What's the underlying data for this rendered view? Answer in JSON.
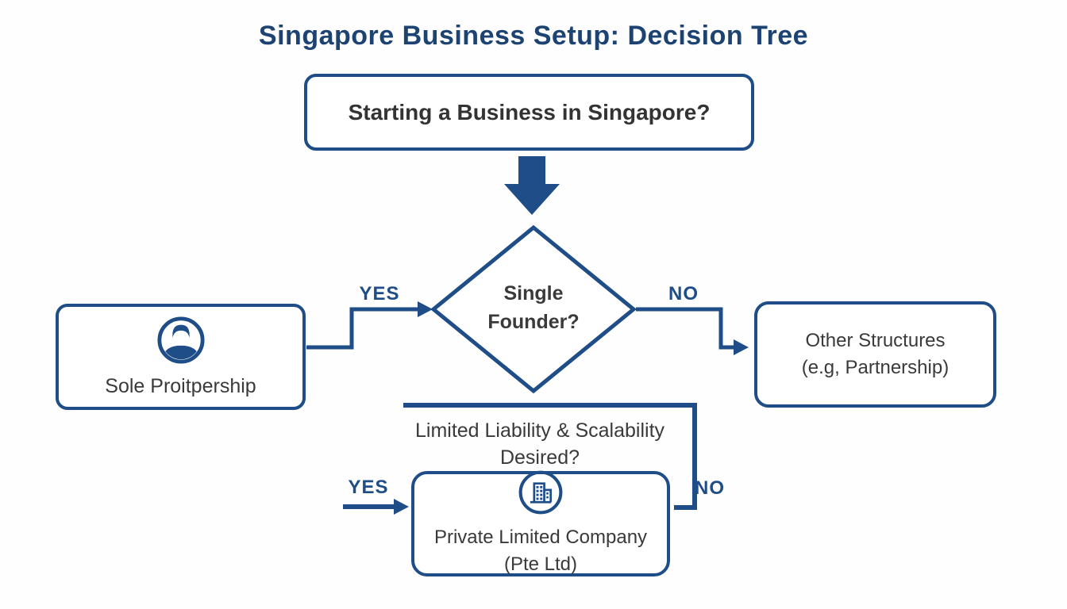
{
  "title": "Singapore Business Setup: Decision Tree",
  "colors": {
    "navy": "#1e4d87",
    "title_navy": "#1d4373",
    "text_dark": "#3a3a3a",
    "background": "#fefefe"
  },
  "nodes": {
    "start": {
      "label": "Starting a Business in Singapore?"
    },
    "single_founder": {
      "line1": "Single",
      "line2": "Founder?"
    },
    "sole_proprietorship": {
      "icon": "person-icon",
      "label": "Sole Proitpership"
    },
    "other_structures": {
      "line1": "Other Structures",
      "line2": "(e.g, Partnership)"
    },
    "liability_question": {
      "line1": "Limited Liability & Scalability",
      "line2": "Desired?"
    },
    "private_limited": {
      "icon": "building-icon",
      "line1": "Private Limited Company",
      "line2": "(Pte Ltd)"
    }
  },
  "edge_labels": {
    "founder_yes": "YES",
    "founder_no": "NO",
    "liability_yes": "YES",
    "liability_no": "NO"
  }
}
